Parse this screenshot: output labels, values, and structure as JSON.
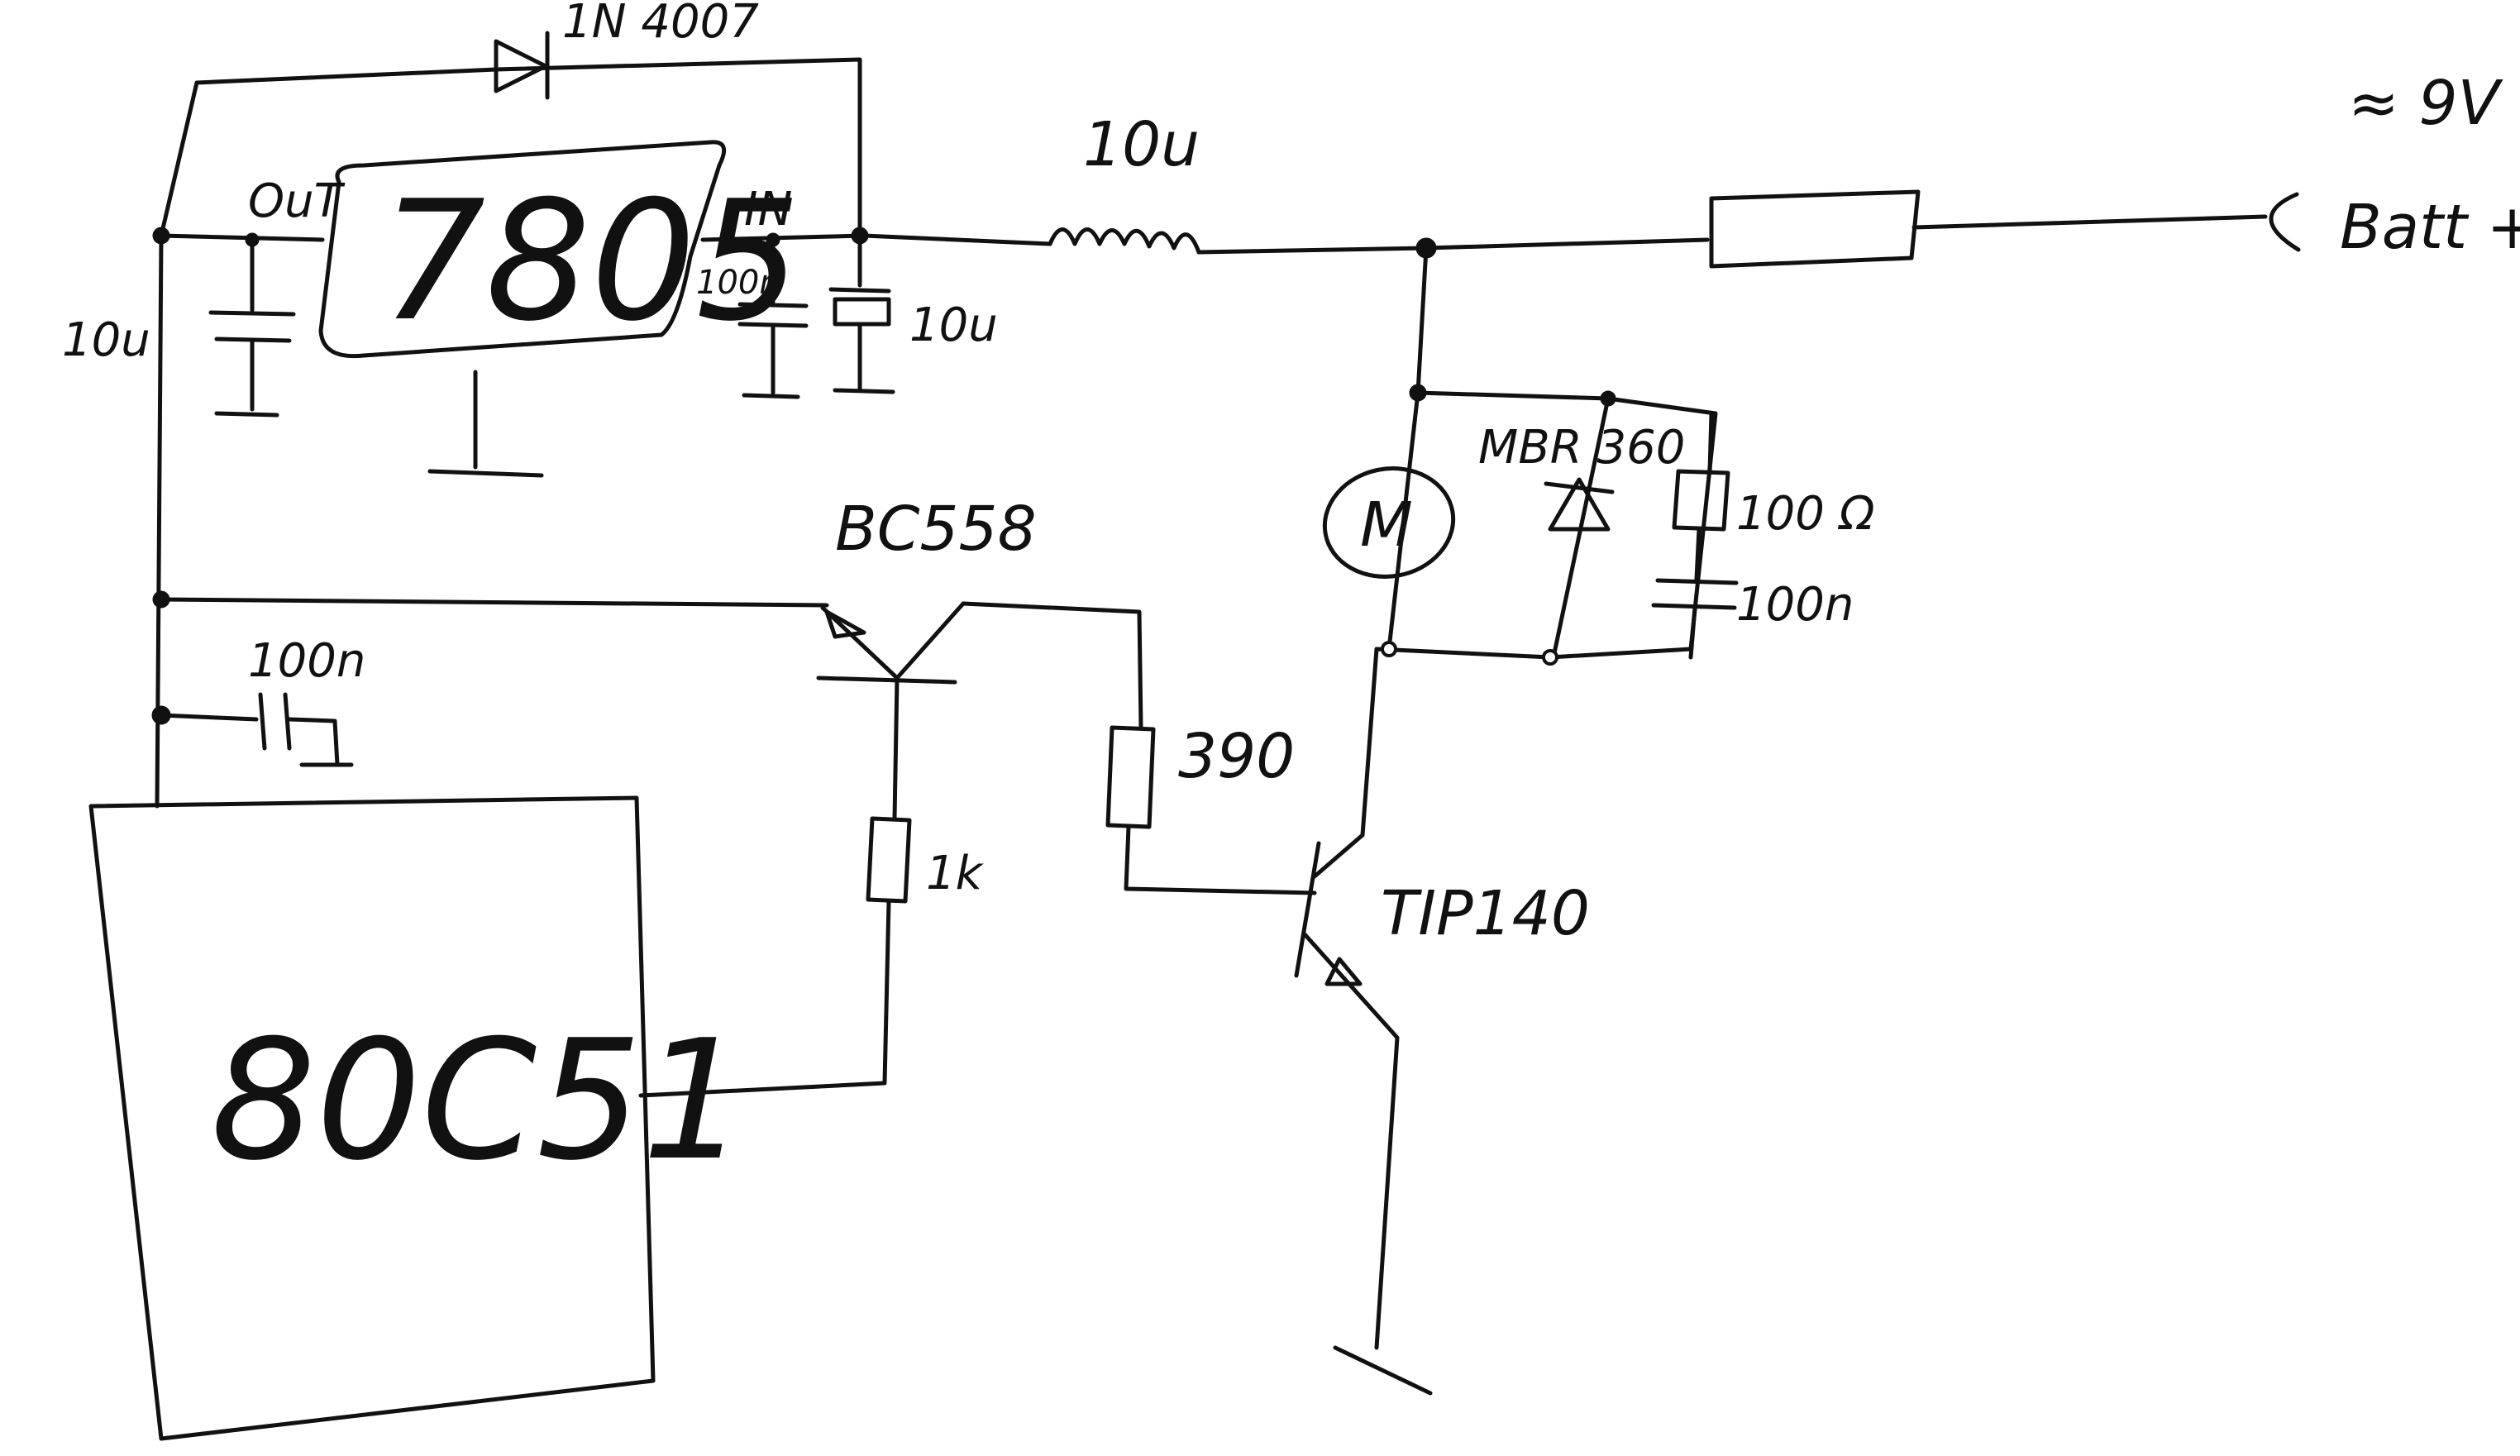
{
  "diagram": {
    "regulator": {
      "label": "7805",
      "out_label": "OuT",
      "in_label": "IN"
    },
    "microcontroller": {
      "label": "80C51"
    },
    "components": {
      "diode_top": "1N 4007",
      "cap_out": "10u",
      "cap_in_small": "100n",
      "cap_in_elko": "10u",
      "inductor": "10u",
      "supply": "≈ 9V",
      "battery": "Batt +",
      "transistor_pnp": "BC558",
      "cap_mcu": "100n",
      "resistor_1k": "1k",
      "resistor_390": "390",
      "transistor_npn": "TIP140",
      "motor": "M",
      "diode_motor": "MBR 360",
      "snubber_r": "100 Ω",
      "snubber_c": "100n"
    }
  }
}
